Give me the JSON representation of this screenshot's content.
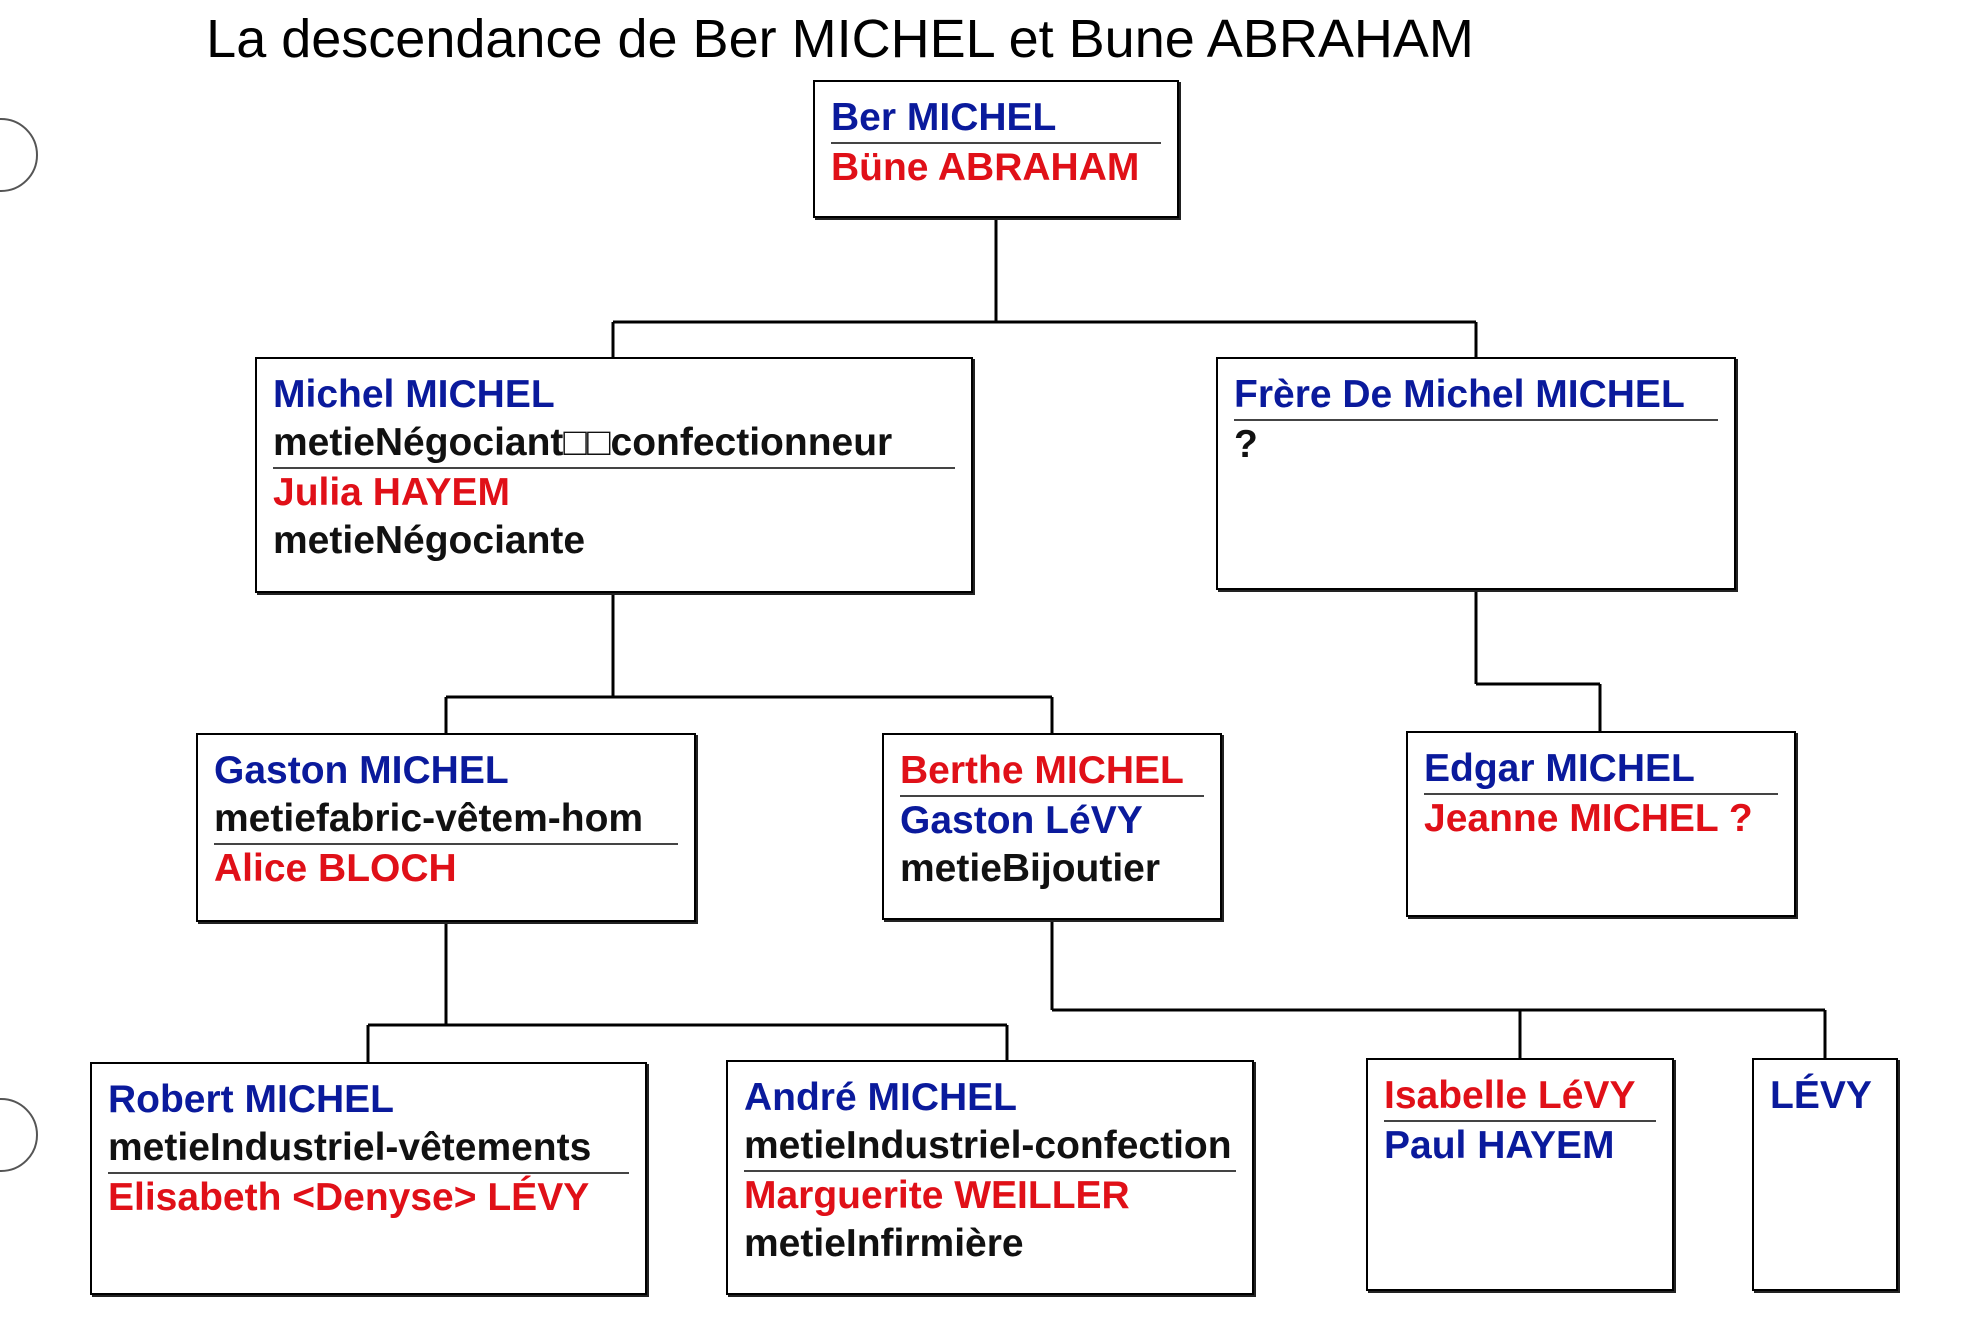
{
  "title": "La descendance de Ber MICHEL et Bune ABRAHAM",
  "colors": {
    "male": "#0a1a9c",
    "female": "#e01018",
    "text": "#111111",
    "line": "#000000"
  },
  "nodes": {
    "ber": {
      "lines": [
        "Ber MICHEL",
        "Büne ABRAHAM"
      ]
    },
    "michel": {
      "lines": [
        "Michel MICHEL",
        "metieNégociant□□confectionneur",
        "Julia HAYEM",
        "metieNégociante"
      ]
    },
    "frere": {
      "lines": [
        "Frère De Michel MICHEL",
        "?"
      ]
    },
    "gaston": {
      "lines": [
        "Gaston MICHEL",
        "metiefabric-vêtem-hom",
        "Alice BLOCH"
      ]
    },
    "berthe": {
      "lines": [
        "Berthe MICHEL",
        "Gaston LéVY",
        "metieBijoutier"
      ]
    },
    "edgar": {
      "lines": [
        "Edgar MICHEL",
        "Jeanne MICHEL ?"
      ]
    },
    "robert": {
      "lines": [
        "Robert MICHEL",
        "metieIndustriel-vêtements",
        "Elisabeth <Denyse> LÉVY"
      ]
    },
    "andre": {
      "lines": [
        "André MICHEL",
        "metieIndustriel-confection",
        "Marguerite WEILLER",
        "metieInfirmière"
      ]
    },
    "isabelle": {
      "lines": [
        "Isabelle LéVY",
        "Paul HAYEM"
      ]
    },
    "levy": {
      "lines": [
        "LÉVY"
      ]
    }
  }
}
